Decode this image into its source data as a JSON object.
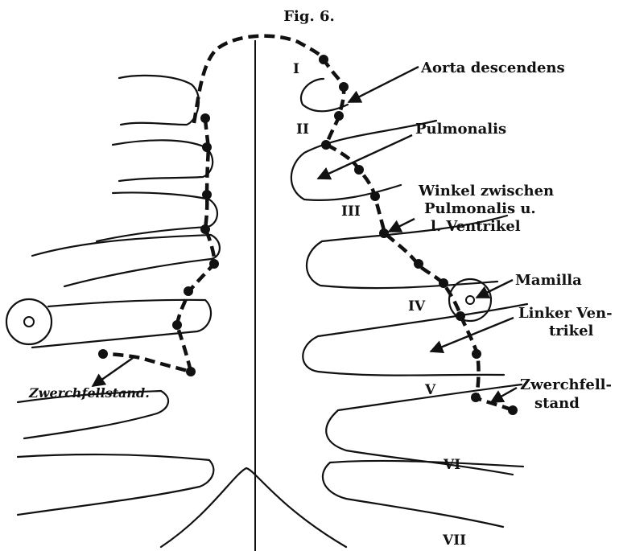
{
  "figure": {
    "title": "Fig. 6.",
    "labels": {
      "aorta": "Aorta descendens",
      "pulmonalis": "Pulmonalis",
      "winkel_1": "Winkel zwischen",
      "winkel_2": "Pulmonalis u.",
      "winkel_3": "l. Ventrikel",
      "mamilla": "Mamilla",
      "linker_1": "Linker Ven-",
      "linker_2": "trikel",
      "zwerch_right_1": "Zwerchfell-",
      "zwerch_right_2": "stand",
      "zwerch_left": "Zwerchfellstand."
    },
    "rib_numerals": [
      "I",
      "II",
      "III",
      "IV",
      "V",
      "VI",
      "VII"
    ]
  }
}
